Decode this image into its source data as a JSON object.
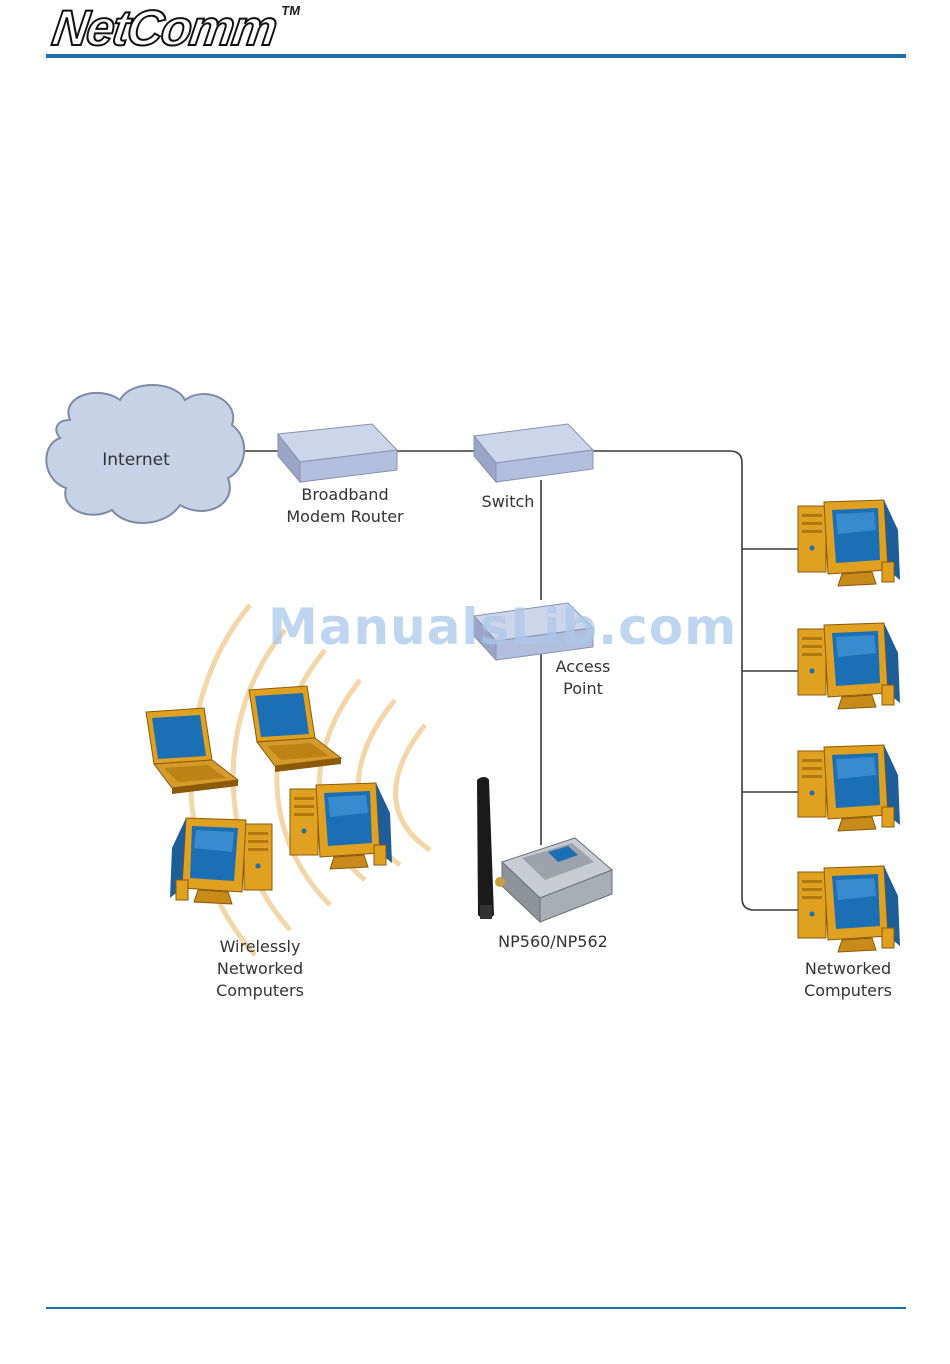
{
  "header": {
    "logo_text": "NetComm",
    "trademark": "TM"
  },
  "diagram": {
    "nodes": {
      "internet": "Internet",
      "router_line1": "Broadband",
      "router_line2": "Modem Router",
      "switch": "Switch",
      "ap_line1": "Access",
      "ap_line2": "Point",
      "np_device": "NP560/NP562",
      "wireless_line1": "Wirelessly",
      "wireless_line2": "Networked",
      "wireless_line3": "Computers",
      "wired_line1": "Networked",
      "wired_line2": "Computers"
    }
  },
  "watermark": "ManualsLib.com",
  "colors": {
    "accent_rule": "#1e6fa9",
    "cloud": "#c8d2e6",
    "box": "#b4bedd",
    "computer_case": "#e0a020",
    "screen": "#1b6fb5",
    "wave": "#f5d6a8"
  }
}
